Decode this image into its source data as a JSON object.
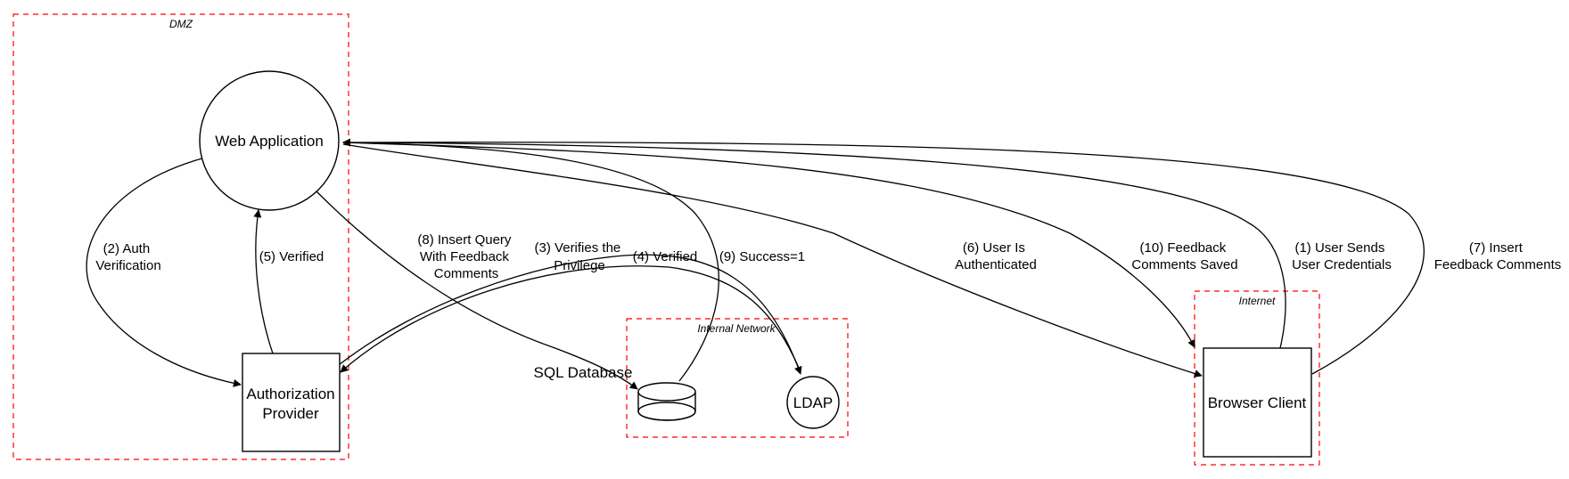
{
  "boundaries": {
    "dmz": "DMZ",
    "internal": "Internal Network",
    "internet": "Internet"
  },
  "nodes": {
    "web_app": "Web Application",
    "auth_provider": [
      "Authorization",
      "Provider"
    ],
    "sql_db": "SQL Database",
    "ldap": "LDAP",
    "browser": "Browser Client"
  },
  "flows": {
    "f1": [
      "(1) User Sends",
      "User Credentials"
    ],
    "f2": [
      "(2) Auth",
      "Verification"
    ],
    "f3": [
      "(3) Verifies the",
      "Privilege"
    ],
    "f4": "(4) Verified",
    "f5": "(5) Verified",
    "f6": [
      "(6) User Is",
      "Authenticated"
    ],
    "f7": [
      "(7) Insert",
      "Feedback Comments"
    ],
    "f8": [
      "(8) Insert Query",
      "With Feedback",
      "Comments"
    ],
    "f9": "(9) Success=1",
    "f10": [
      "(10) Feedback",
      "Comments Saved"
    ]
  }
}
